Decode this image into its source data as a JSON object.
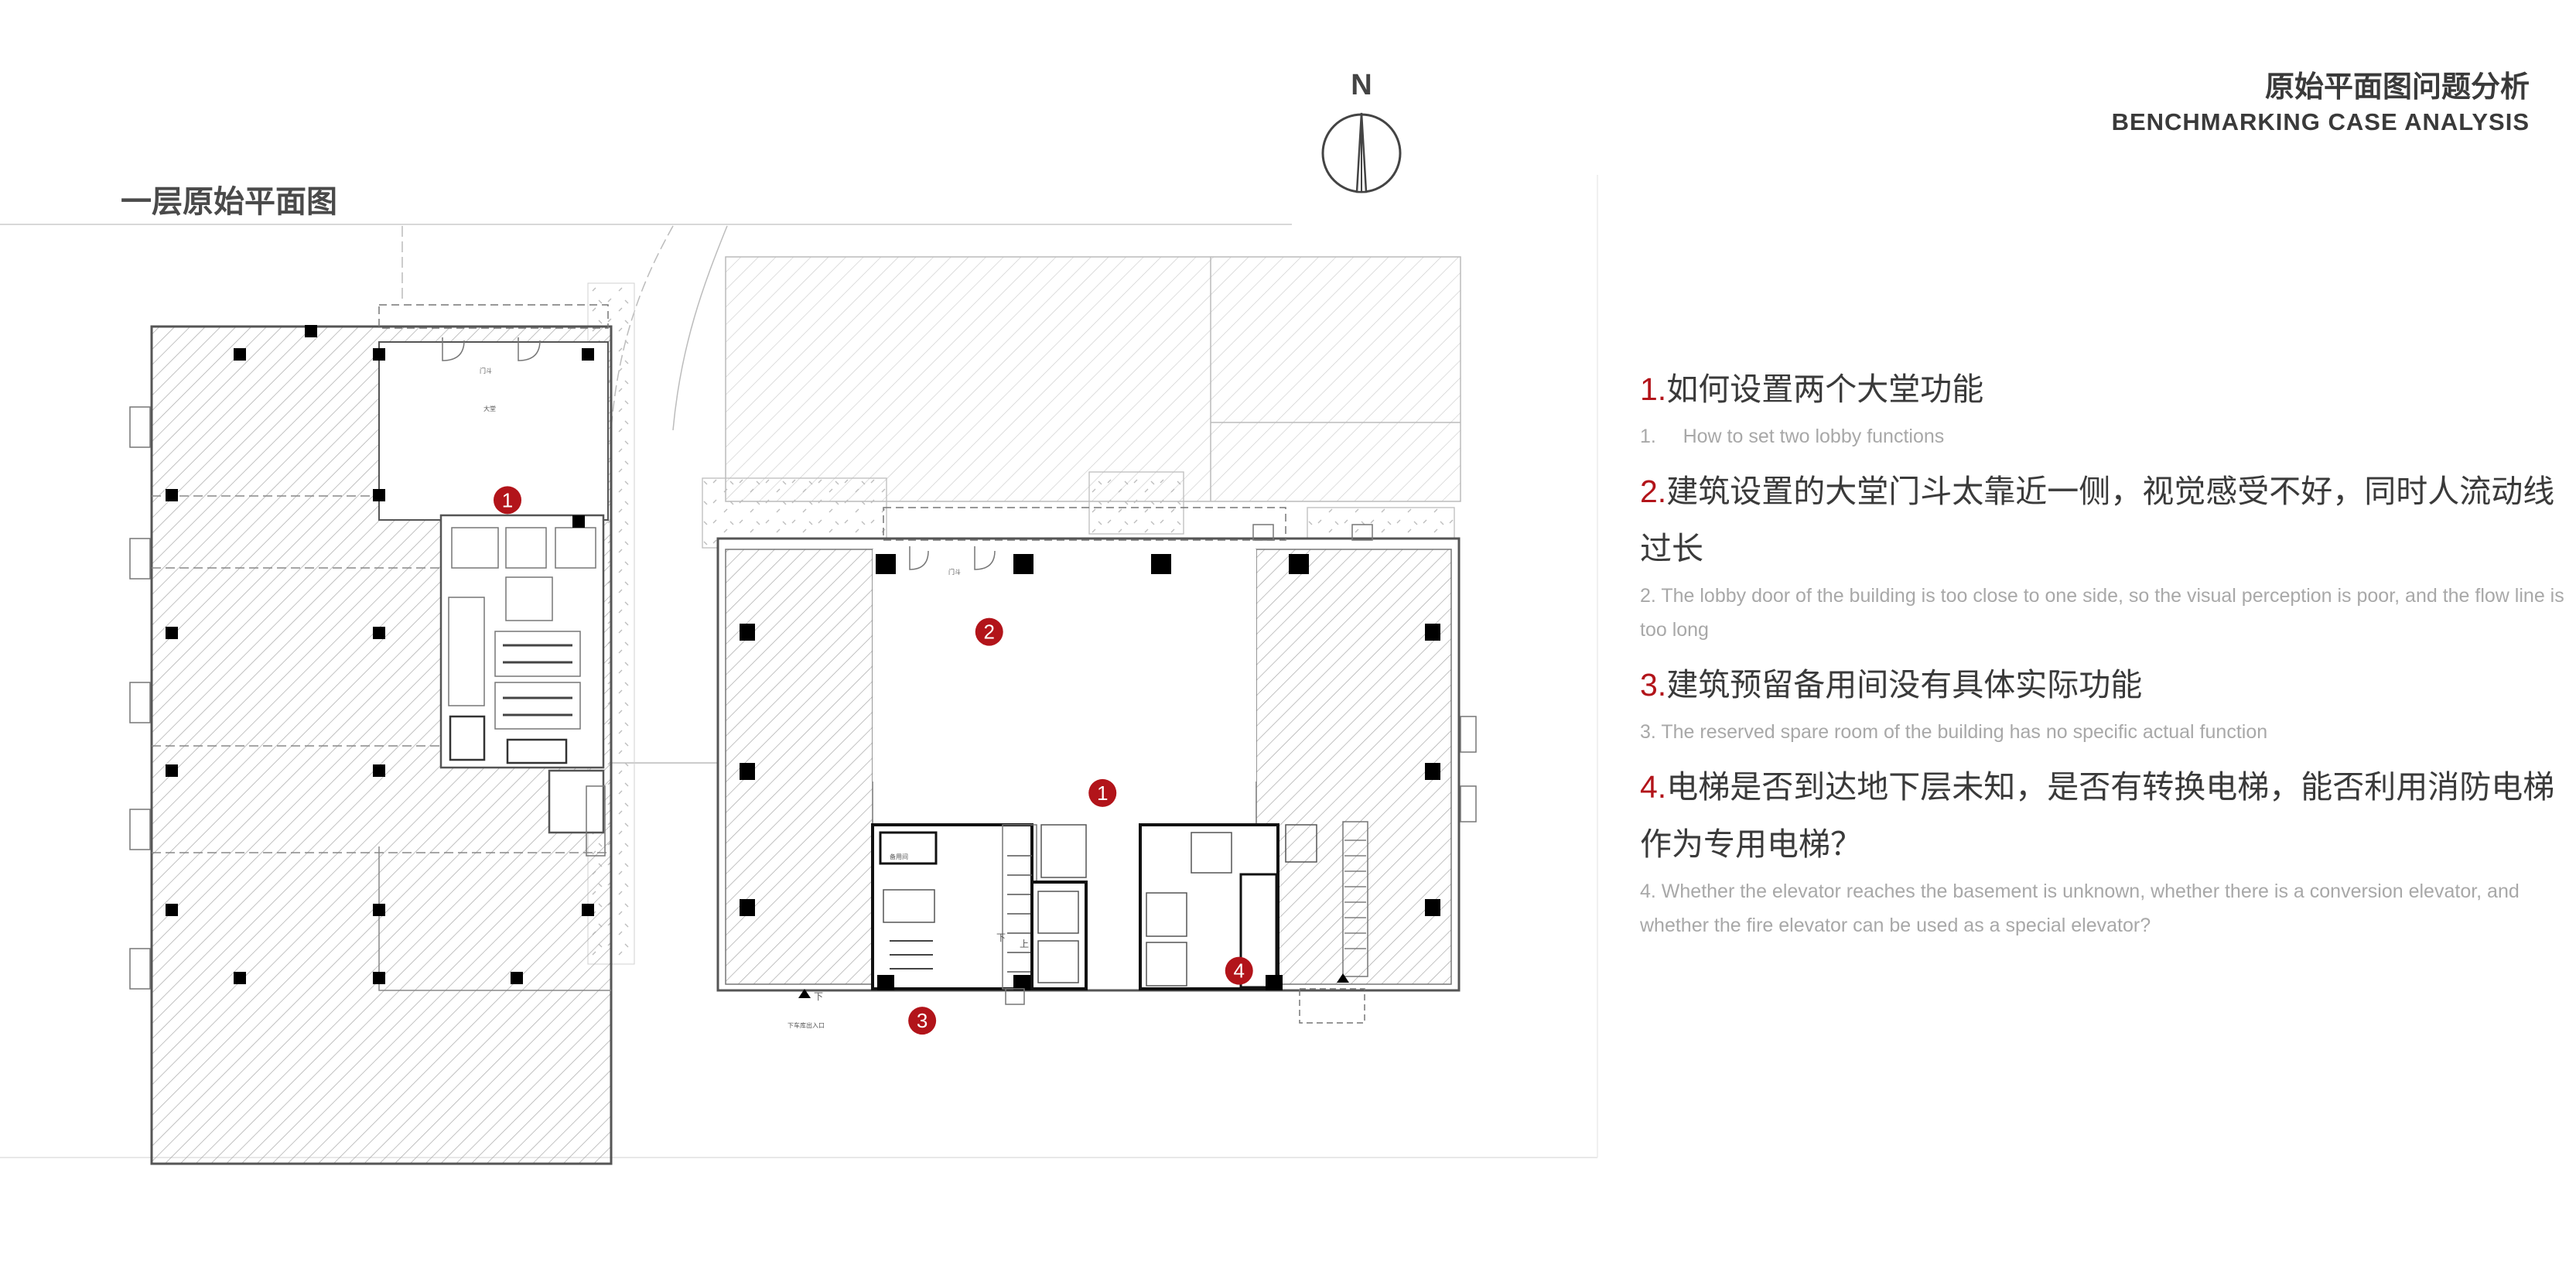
{
  "header": {
    "title_cn": "原始平面图问题分析",
    "title_en": "BENCHMARKING CASE ANALYSIS"
  },
  "compass": {
    "label": "N"
  },
  "plan": {
    "title": "一层原始平面图",
    "room_labels": {
      "men_dou_1": "门斗",
      "da_tang_1": "大堂",
      "men_dou_2": "门斗",
      "bei_yong_jian": "备用间",
      "xia": "下",
      "shang": "上",
      "xia_exit": "下",
      "exit_text": "下车库出入口"
    },
    "markers": [
      {
        "label": "1",
        "x": 0.197,
        "y": 0.391
      },
      {
        "label": "2",
        "x": 0.384,
        "y": 0.494
      },
      {
        "label": "1",
        "x": 0.428,
        "y": 0.62
      },
      {
        "label": "3",
        "x": 0.358,
        "y": 0.798
      },
      {
        "label": "4",
        "x": 0.481,
        "y": 0.759
      }
    ]
  },
  "issues": [
    {
      "num": "1.",
      "cn": "如何设置两个大堂功能",
      "en": "1.     How to set two lobby functions"
    },
    {
      "num": "2.",
      "cn": "建筑设置的大堂门斗太靠近一侧，视觉感受不好，同时人流动线过长",
      "en": "2. The lobby door of the building is too close to one side, so the visual perception is poor, and the flow line is too long"
    },
    {
      "num": "3.",
      "cn": "建筑预留备用间没有具体实际功能",
      "en": "3. The reserved spare room of the building has no specific actual function"
    },
    {
      "num": "4.",
      "cn": "电梯是否到达地下层未知，是否有转换电梯，能否利用消防电梯作为专用电梯？",
      "en": "4. Whether the elevator reaches the basement is unknown, whether there is a conversion elevator, and whether the fire elevator can be used as a special elevator?"
    }
  ],
  "colors": {
    "accent": "#b2141a",
    "text": "#3a3a3a",
    "muted": "#a8a8a8"
  }
}
